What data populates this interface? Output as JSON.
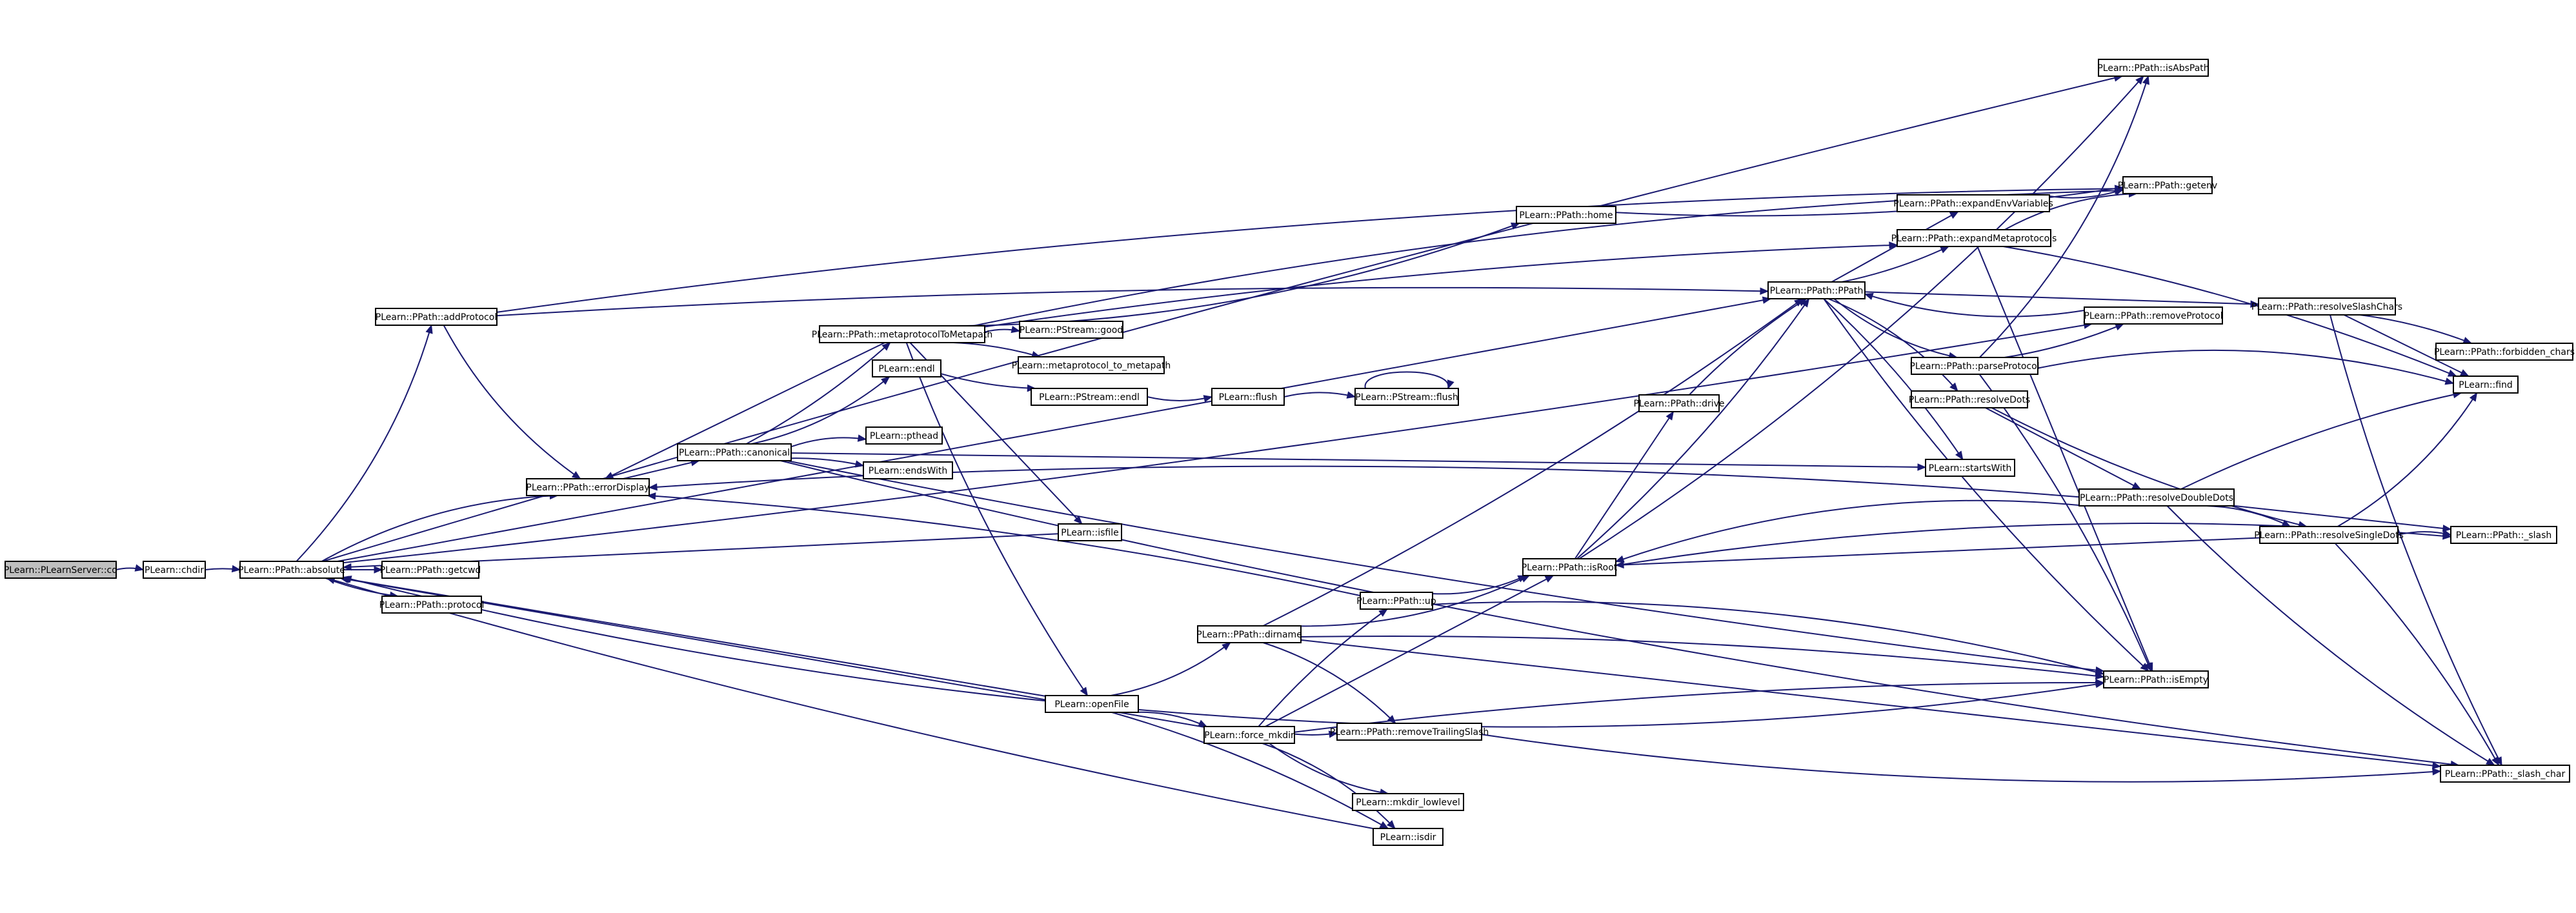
{
  "diagram": {
    "nodes": [
      {
        "id": "cd",
        "label": "PLearn::PLearnServer::cd",
        "start": true
      },
      {
        "id": "chdir",
        "label": "PLearn::chdir"
      },
      {
        "id": "absolute",
        "label": "PLearn::PPath::absolute"
      },
      {
        "id": "getcwd",
        "label": "PLearn::PPath::getcwd"
      },
      {
        "id": "protocol",
        "label": "PLearn::PPath::protocol"
      },
      {
        "id": "addProtocol",
        "label": "PLearn::PPath::addProtocol"
      },
      {
        "id": "errorDisplay",
        "label": "PLearn::PPath::errorDisplay"
      },
      {
        "id": "canonical",
        "label": "PLearn::PPath::canonical"
      },
      {
        "id": "m2m",
        "label": "PLearn::PPath::metaprotocolToMetapath"
      },
      {
        "id": "endl",
        "label": "PLearn::endl"
      },
      {
        "id": "pthead",
        "label": "PLearn::pthead"
      },
      {
        "id": "endsWith",
        "label": "PLearn::endsWith"
      },
      {
        "id": "isfile",
        "label": "PLearn::isfile"
      },
      {
        "id": "psgood",
        "label": "PLearn::PStream::good"
      },
      {
        "id": "mtm",
        "label": "PLearn::metaprotocol_to_metapath"
      },
      {
        "id": "psendl",
        "label": "PLearn::PStream::endl"
      },
      {
        "id": "flush",
        "label": "PLearn::flush"
      },
      {
        "id": "psflush",
        "label": "PLearn::PStream::flush"
      },
      {
        "id": "home",
        "label": "PLearn::PPath::home"
      },
      {
        "id": "openFile",
        "label": "PLearn::openFile"
      },
      {
        "id": "dirname",
        "label": "PLearn::PPath::dirname"
      },
      {
        "id": "up",
        "label": "PLearn::PPath::up"
      },
      {
        "id": "forcemkdir",
        "label": "PLearn::force_mkdir"
      },
      {
        "id": "removeTrailing",
        "label": "PLearn::PPath::removeTrailingSlash"
      },
      {
        "id": "mkdirlow",
        "label": "PLearn::mkdir_lowlevel"
      },
      {
        "id": "isdir",
        "label": "PLearn::isdir"
      },
      {
        "id": "isRoot",
        "label": "PLearn::PPath::isRoot"
      },
      {
        "id": "drive",
        "label": "PLearn::PPath::drive"
      },
      {
        "id": "PPath",
        "label": "PLearn::PPath::PPath"
      },
      {
        "id": "expandEnv",
        "label": "PLearn::PPath::expandEnvVariables"
      },
      {
        "id": "expandMeta",
        "label": "PLearn::PPath::expandMetaprotocols"
      },
      {
        "id": "parseProtocol",
        "label": "PLearn::PPath::parseProtocol"
      },
      {
        "id": "resolveDots",
        "label": "PLearn::PPath::resolveDots"
      },
      {
        "id": "startsWith",
        "label": "PLearn::startsWith"
      },
      {
        "id": "resolveDoubleDots",
        "label": "PLearn::PPath::resolveDoubleDots"
      },
      {
        "id": "isAbsPath",
        "label": "PLearn::PPath::isAbsPath"
      },
      {
        "id": "getenv",
        "label": "PLearn::PPath::getenv"
      },
      {
        "id": "removeProtocol",
        "label": "PLearn::PPath::removeProtocol"
      },
      {
        "id": "isEmpty",
        "label": "PLearn::PPath::isEmpty"
      },
      {
        "id": "resolveSlash",
        "label": "PLearn::PPath::resolveSlashChars"
      },
      {
        "id": "forbidden",
        "label": "PLearn::PPath::forbidden_chars"
      },
      {
        "id": "find",
        "label": "PLearn::find"
      },
      {
        "id": "resolveSingle",
        "label": "PLearn::PPath::resolveSingleDots"
      },
      {
        "id": "slash",
        "label": "PLearn::PPath::_slash"
      },
      {
        "id": "slashchar",
        "label": "PLearn::PPath::_slash_char"
      }
    ]
  }
}
